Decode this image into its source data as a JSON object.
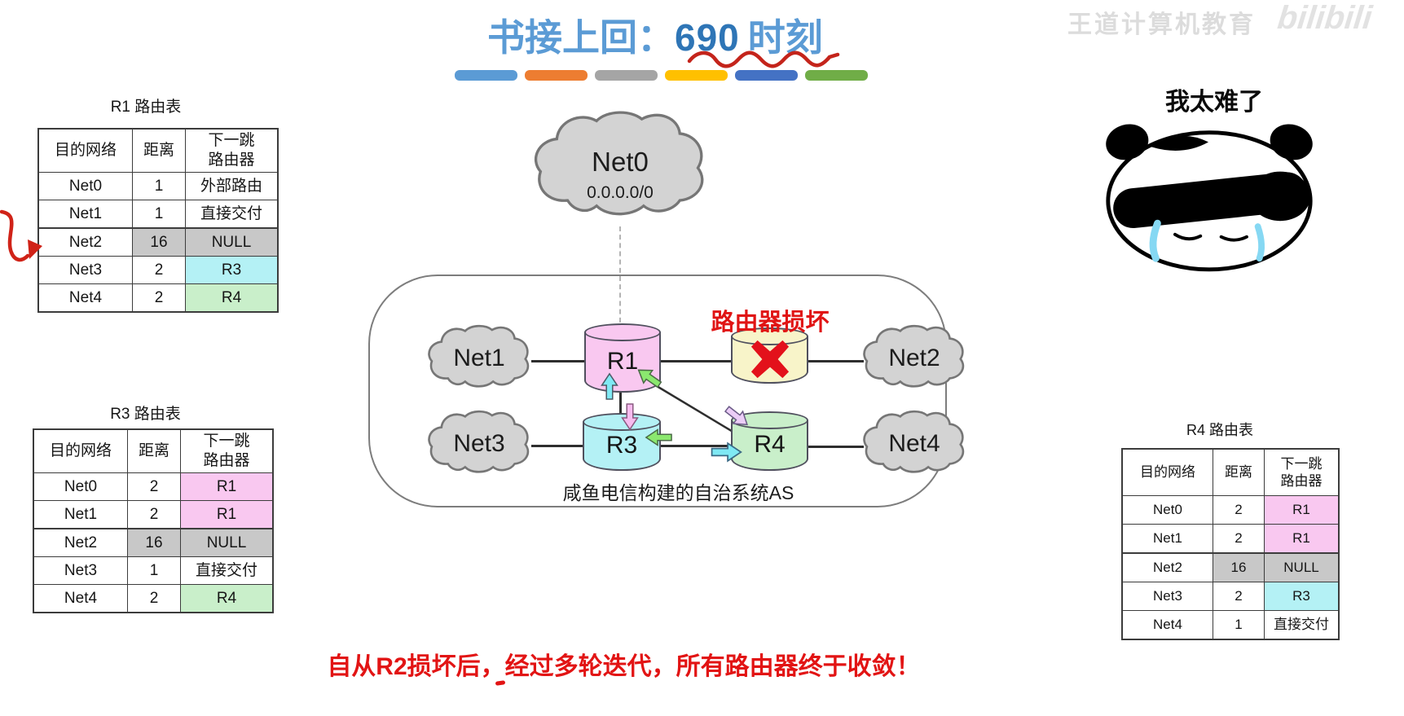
{
  "slide": {
    "title": {
      "prefix": "书接上回：",
      "highlight": "690",
      "suffix": "时刻"
    },
    "watermark": {
      "brand": "王道计算机教育",
      "logo": "bilibili"
    },
    "meme_caption": "我太难了",
    "footer_note": "自从R2损坏后，经过多轮迭代，所有路由器终于收敛！"
  },
  "decor_bars": [
    "#5B9BD5",
    "#ED7D31",
    "#A5A5A5",
    "#FFC000",
    "#4472C4",
    "#70AD47"
  ],
  "palette": {
    "pink": "#F9C8F0",
    "cyan": "#B4F1F5",
    "green": "#C9EFCA",
    "gray": "#C8C8C8",
    "yellow": "#F8F4C9",
    "cloud": "#D3D3D3",
    "arrow_cyan": "#7FE9F4",
    "arrow_green": "#8BE86F",
    "arrow_pink": "#F7BBEF",
    "arrow_lavender": "#EBCDF7",
    "title_blue": "#5B9BD5",
    "highlight_blue": "#2E75B6",
    "annotation_red": "#D42A1E"
  },
  "tables": {
    "r1": {
      "title": "R1 路由表",
      "headers": [
        "目的网络",
        "距离",
        "下一跳\n路由器"
      ],
      "rows": [
        {
          "cells": [
            {
              "t": "Net0"
            },
            {
              "t": "1"
            },
            {
              "t": "外部路由"
            }
          ]
        },
        {
          "cells": [
            {
              "t": "Net1"
            },
            {
              "t": "1"
            },
            {
              "t": "直接交付"
            }
          ]
        },
        {
          "sep": true,
          "cells": [
            {
              "t": "Net2"
            },
            {
              "t": "16",
              "bg": "gray"
            },
            {
              "t": "NULL",
              "bg": "gray"
            }
          ]
        },
        {
          "cells": [
            {
              "t": "Net3"
            },
            {
              "t": "2"
            },
            {
              "t": "R3",
              "bg": "cyan"
            }
          ]
        },
        {
          "cells": [
            {
              "t": "Net4"
            },
            {
              "t": "2"
            },
            {
              "t": "R4",
              "bg": "green"
            }
          ]
        }
      ]
    },
    "r3": {
      "title": "R3 路由表",
      "headers": [
        "目的网络",
        "距离",
        "下一跳\n路由器"
      ],
      "rows": [
        {
          "cells": [
            {
              "t": "Net0"
            },
            {
              "t": "2"
            },
            {
              "t": "R1",
              "bg": "pink"
            }
          ]
        },
        {
          "cells": [
            {
              "t": "Net1"
            },
            {
              "t": "2"
            },
            {
              "t": "R1",
              "bg": "pink"
            }
          ]
        },
        {
          "sep": true,
          "cells": [
            {
              "t": "Net2"
            },
            {
              "t": "16",
              "bg": "gray"
            },
            {
              "t": "NULL",
              "bg": "gray"
            }
          ]
        },
        {
          "cells": [
            {
              "t": "Net3"
            },
            {
              "t": "1"
            },
            {
              "t": "直接交付"
            }
          ]
        },
        {
          "cells": [
            {
              "t": "Net4"
            },
            {
              "t": "2"
            },
            {
              "t": "R4",
              "bg": "green"
            }
          ]
        }
      ]
    },
    "r4": {
      "title": "R4 路由表",
      "headers": [
        "目的网络",
        "距离",
        "下一跳\n路由器"
      ],
      "rows": [
        {
          "cells": [
            {
              "t": "Net0"
            },
            {
              "t": "2"
            },
            {
              "t": "R1",
              "bg": "pink"
            }
          ]
        },
        {
          "cells": [
            {
              "t": "Net1"
            },
            {
              "t": "2"
            },
            {
              "t": "R1",
              "bg": "pink"
            }
          ]
        },
        {
          "sep": true,
          "cells": [
            {
              "t": "Net2"
            },
            {
              "t": "16",
              "bg": "gray"
            },
            {
              "t": "NULL",
              "bg": "gray"
            }
          ]
        },
        {
          "cells": [
            {
              "t": "Net3"
            },
            {
              "t": "2"
            },
            {
              "t": "R3",
              "bg": "cyan"
            }
          ]
        },
        {
          "cells": [
            {
              "t": "Net4"
            },
            {
              "t": "1"
            },
            {
              "t": "直接交付"
            }
          ]
        }
      ]
    }
  },
  "diagram": {
    "external_net": {
      "label": "Net0",
      "cidr": "0.0.0.0/0"
    },
    "clouds": {
      "net1": "Net1",
      "net2": "Net2",
      "net3": "Net3",
      "net4": "Net4"
    },
    "routers": {
      "r1": "R1",
      "r3": "R3",
      "r4": "R4"
    },
    "broken_router_label": "路由器损坏",
    "as_label": "咸鱼电信构建的自治系统AS"
  }
}
